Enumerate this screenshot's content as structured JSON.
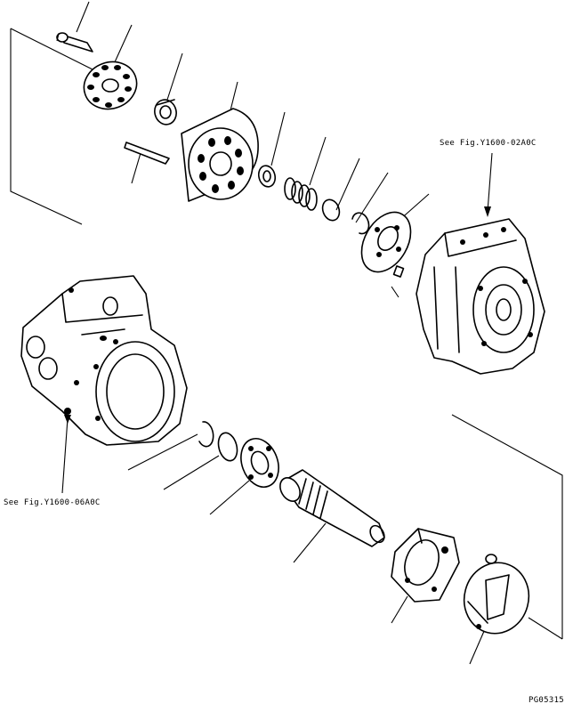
{
  "diagram": {
    "ref_upper_right": "See Fig.Y1600-02A0C",
    "ref_lower_left": "See Fig.Y1600-06A0C",
    "drawing_number": "PG05315"
  }
}
